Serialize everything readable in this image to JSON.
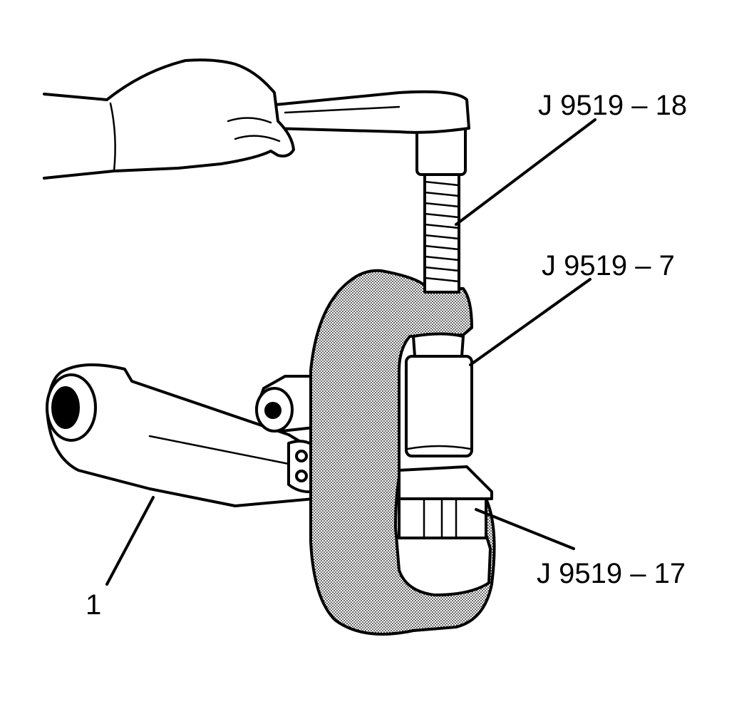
{
  "labels": {
    "screw": "J 9519 – 18",
    "adapter": "J 9519 – 7",
    "receiver": "J 9519 – 17",
    "part": "1"
  },
  "colors": {
    "ink": "#000000",
    "paper": "#ffffff",
    "stipple": "#c8c8c8"
  }
}
